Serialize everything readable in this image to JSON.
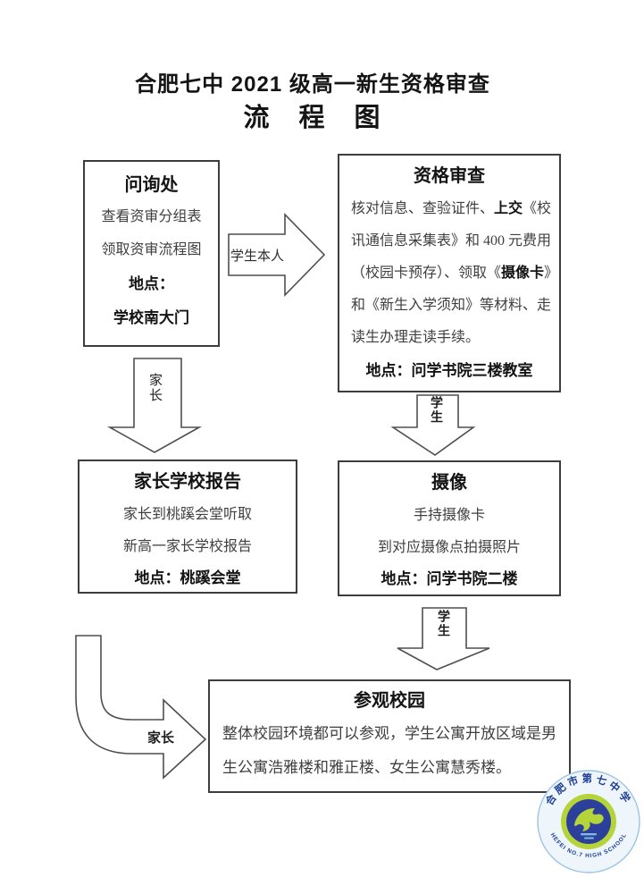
{
  "title": {
    "line1": "合肥七中 2021 级高一新生资格审查",
    "line2": "流　程　图"
  },
  "boxes": {
    "inquiry": {
      "title": "问询处",
      "line1": "查看资审分组表",
      "line2": "领取资审流程图",
      "loc_label": "地点：",
      "loc_value": "学校南大门"
    },
    "review": {
      "title": "资格审查",
      "l1a": "核对信息、查验证件、",
      "l1b": "上交",
      "l1c": "《校",
      "l2": "讯通信息采集表》和 400 元费用",
      "l3a": "（校园卡预存）、领取《",
      "l3b": "摄像卡",
      "l3c": "》",
      "l4": "和《新生入学须知》等材料、走",
      "l5": "读生办理走读手续。",
      "loc": "地点：问学书院三楼教室"
    },
    "parent_report": {
      "title": "家长学校报告",
      "line1": "家长到桃蹊会堂听取",
      "line2": "新高一家长学校报告",
      "loc": "地点：桃蹊会堂"
    },
    "photo": {
      "title": "摄像",
      "line1": "手持摄像卡",
      "line2": "到对应摄像点拍摄照片",
      "loc": "地点：问学书院二楼"
    },
    "campus": {
      "title": "参观校园",
      "line1": "整体校园环境都可以参观，学生公寓开放区域是男",
      "line2": "生公寓浩雅楼和雅正楼、女生公寓慧秀楼。"
    }
  },
  "arrows": {
    "student_self": "学生本人",
    "parent_down": "家长",
    "student_down1": "学生",
    "student_down2": "学生",
    "parent_curve": "家长"
  },
  "logo": {
    "cn": "合肥市第七中学",
    "en": "HEFEI NO.7 HIGH SCHOOL",
    "colors": {
      "navy": "#1c3e96",
      "green": "#b5d43a",
      "blue_disc": "#2c3f9b",
      "light_blue": "#7fb8e0",
      "pale_ring": "#eef5fb",
      "ring_border": "#9cc4e4"
    }
  }
}
